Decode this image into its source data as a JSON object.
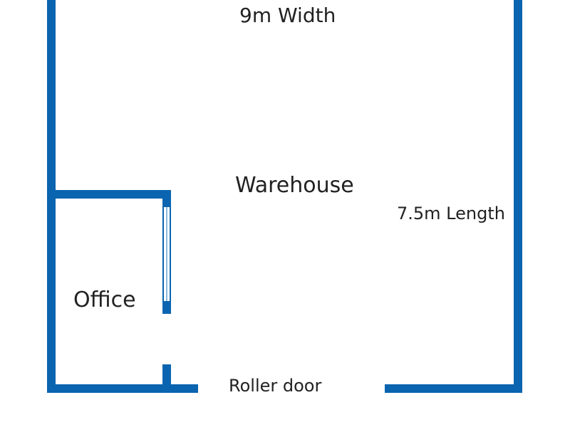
{
  "labels": {
    "width": "9m Width",
    "warehouse": "Warehouse",
    "length": "7.5m Length",
    "office": "Office",
    "roller_door": "Roller door"
  },
  "colors": {
    "wall": "#0a64b0",
    "text": "#222222",
    "background": "#ffffff"
  }
}
